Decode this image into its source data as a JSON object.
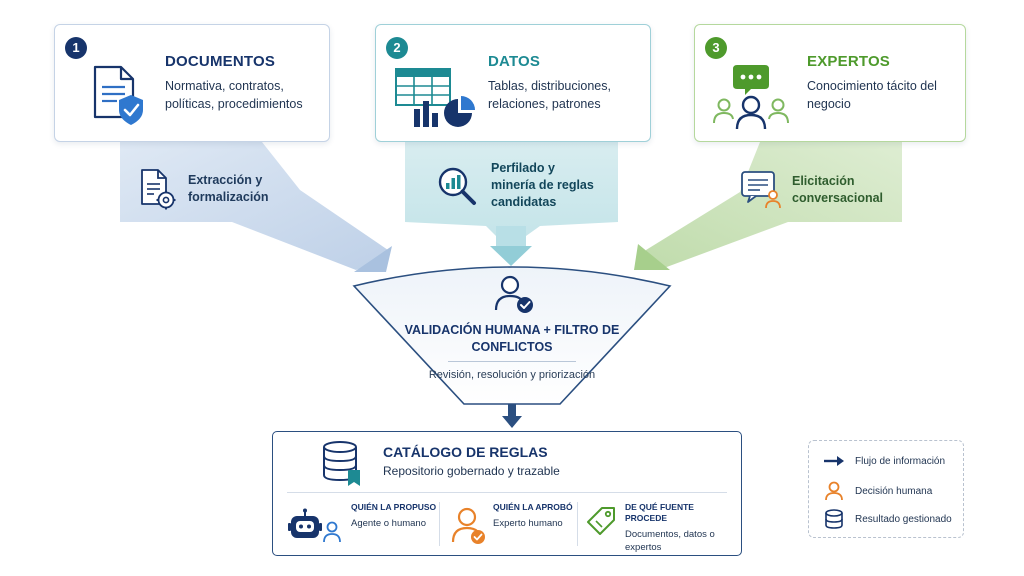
{
  "sources": [
    {
      "number": "1",
      "title": "DOCUMENTOS",
      "description": "Normativa, contratos, políticas, procedimientos",
      "step": "Extracción y formalización",
      "color": "#17346b"
    },
    {
      "number": "2",
      "title": "DATOS",
      "description": "Tablas, distribuciones, relaciones, patrones",
      "step": "Perfilado y minería de reglas candidatas",
      "color": "#1d8a93"
    },
    {
      "number": "3",
      "title": "EXPERTOS",
      "description": "Conocimiento tácito del negocio",
      "step": "Elicitación conversacional",
      "color": "#4e9a2c"
    }
  ],
  "funnel": {
    "title": "VALIDACIÓN HUMANA + FILTRO DE CONFLICTOS",
    "description": "Revisión, resolución y priorización"
  },
  "catalog": {
    "title": "CATÁLOGO DE REGLAS",
    "subtitle": "Repositorio gobernado y trazable",
    "provenance": [
      {
        "heading": "QUIÉN LA PROPUSO",
        "text": "Agente o humano"
      },
      {
        "heading": "QUIÉN LA APROBÓ",
        "text": "Experto humano"
      },
      {
        "heading": "DE QUÉ FUENTE PROCEDE",
        "text": "Documentos, datos o expertos"
      }
    ]
  },
  "legend": [
    {
      "label": "Flujo de información",
      "icon": "arrow-icon"
    },
    {
      "label": "Decisión humana",
      "icon": "person-icon"
    },
    {
      "label": "Resultado gestionado",
      "icon": "database-icon"
    }
  ],
  "colors": {
    "navy": "#17346b",
    "teal": "#1d8a93",
    "green": "#4e9a2c",
    "orange": "#e8822a"
  }
}
